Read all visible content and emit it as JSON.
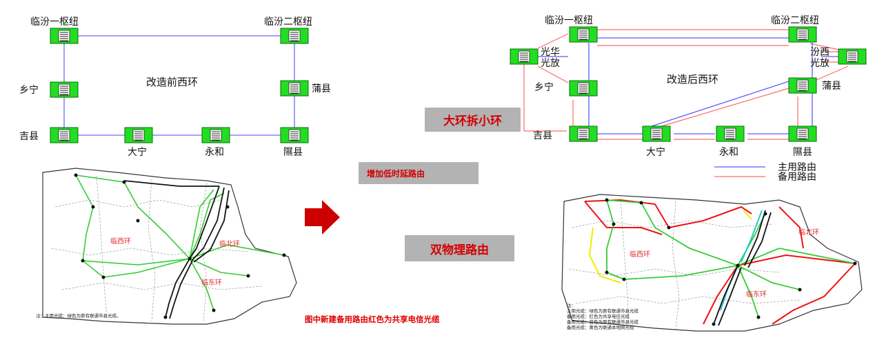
{
  "before": {
    "title": "改造前西环",
    "nodes": {
      "linfen1": "临汾一枢纽",
      "linfen2": "临汾二枢纽",
      "xiangning": "乡宁",
      "puxian": "蒲县",
      "jixian": "吉县",
      "daning": "大宁",
      "yonghe": "永和",
      "xixian": "隰县"
    }
  },
  "after": {
    "title": "改造后西环",
    "nodes": {
      "linfen1": "临汾一枢纽",
      "linfen2": "临汾二枢纽",
      "guanghua": "光华光放",
      "fenxi": "汾西光放",
      "xiangning": "乡宁",
      "puxian": "蒲县",
      "jixian": "吉县",
      "daning": "大宁",
      "yonghe": "永和",
      "xixian": "隰县"
    },
    "legend": {
      "primary": "主用路由",
      "backup": "备用路由"
    }
  },
  "banners": {
    "big_ring": "大环拆小环",
    "low_delay": "增加低时延路由",
    "dual_path": "双物理路由"
  },
  "caption": "图中新建备用路由红色为共享电信光缆",
  "map_left": {
    "ring_west": "临西环",
    "ring_north": "临北环",
    "ring_east": "临东环",
    "note": "注：主用光缆：绿色为原有联通市县光缆。"
  },
  "map_right": {
    "ring_west": "临西环",
    "ring_north": "临北环",
    "ring_east": "临东环",
    "notes": [
      "注：",
      "主用光缆：绿色为原有联通市县光缆",
      "备用光缆：红色为共享电信光缆",
      "备用光缆：蓝色为原有联通市县光缆",
      "备用光缆：黄色为联通本地网光缆"
    ]
  },
  "colors": {
    "node_fill": "#22dd22",
    "primary_line": "#4a4aff",
    "backup_line": "#ff4444",
    "banner_bg": "#b3b3b3",
    "banner_text": "#d40000",
    "arrow": "#cc0000",
    "map_green": "#33cc33",
    "map_red": "#ee1111",
    "map_yellow": "#eeee00",
    "map_cyan": "#22cccc",
    "map_black": "#111111"
  },
  "icons": {
    "arrow": "right-arrow-icon",
    "node": "network-node-icon"
  }
}
